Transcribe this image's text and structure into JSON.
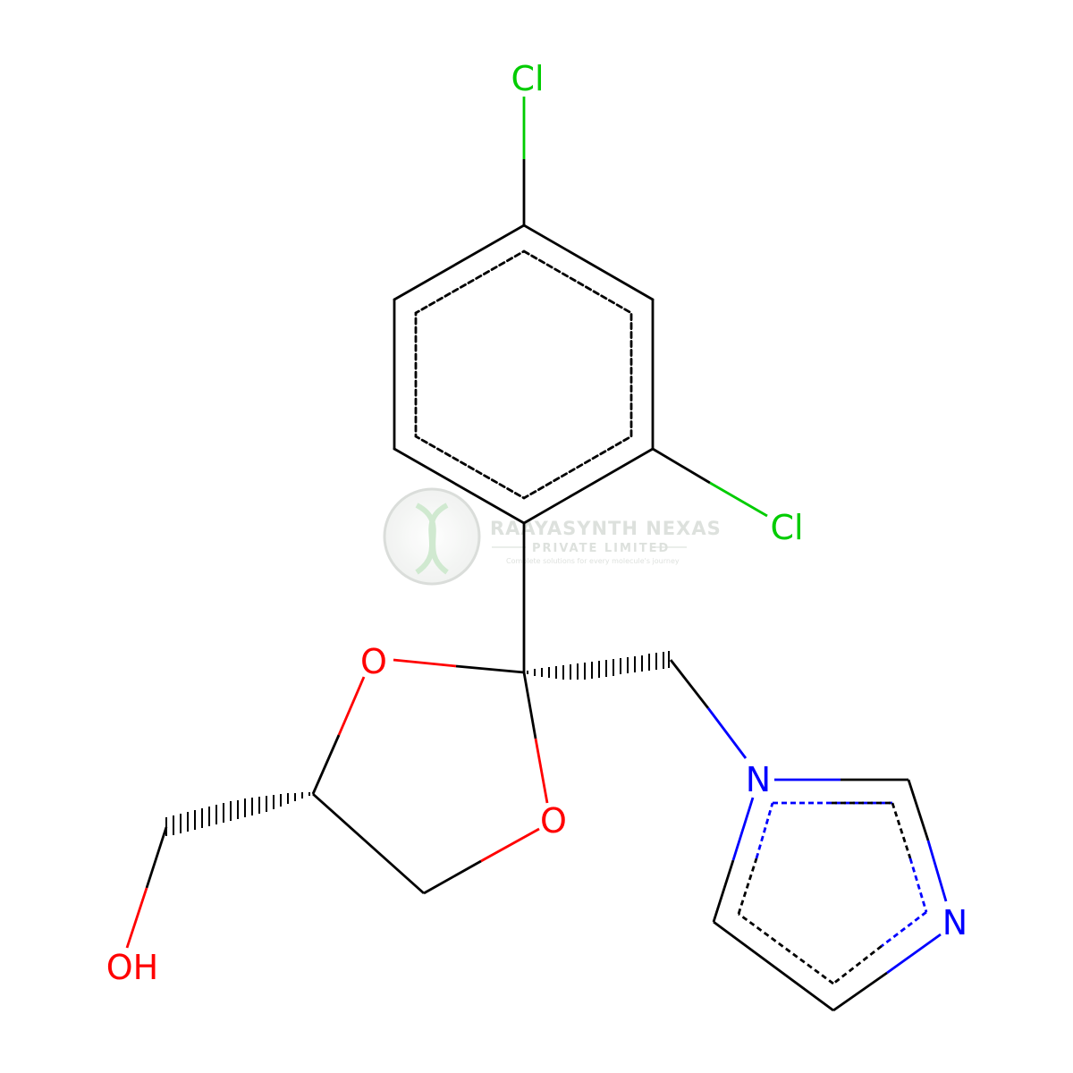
{
  "molecule": {
    "atoms": {
      "cl_top": "Cl",
      "cl_ortho": "Cl",
      "o_ring_top": "O",
      "o_ring_bottom": "O",
      "n1": "N",
      "n3": "N",
      "oh": "OH"
    }
  },
  "watermark": {
    "company": "RAAYASYNTH NEXAS",
    "subtitle": "PRIVATE LIMITED",
    "tagline": "Complete solutions for every molecule's journey"
  },
  "colors": {
    "bond": "#000000",
    "chlorine": "#00CC00",
    "oxygen": "#FF0000",
    "nitrogen": "#0000FF",
    "watermark": "#d8dcd8",
    "watermark_accent": "#c8e6c8"
  }
}
